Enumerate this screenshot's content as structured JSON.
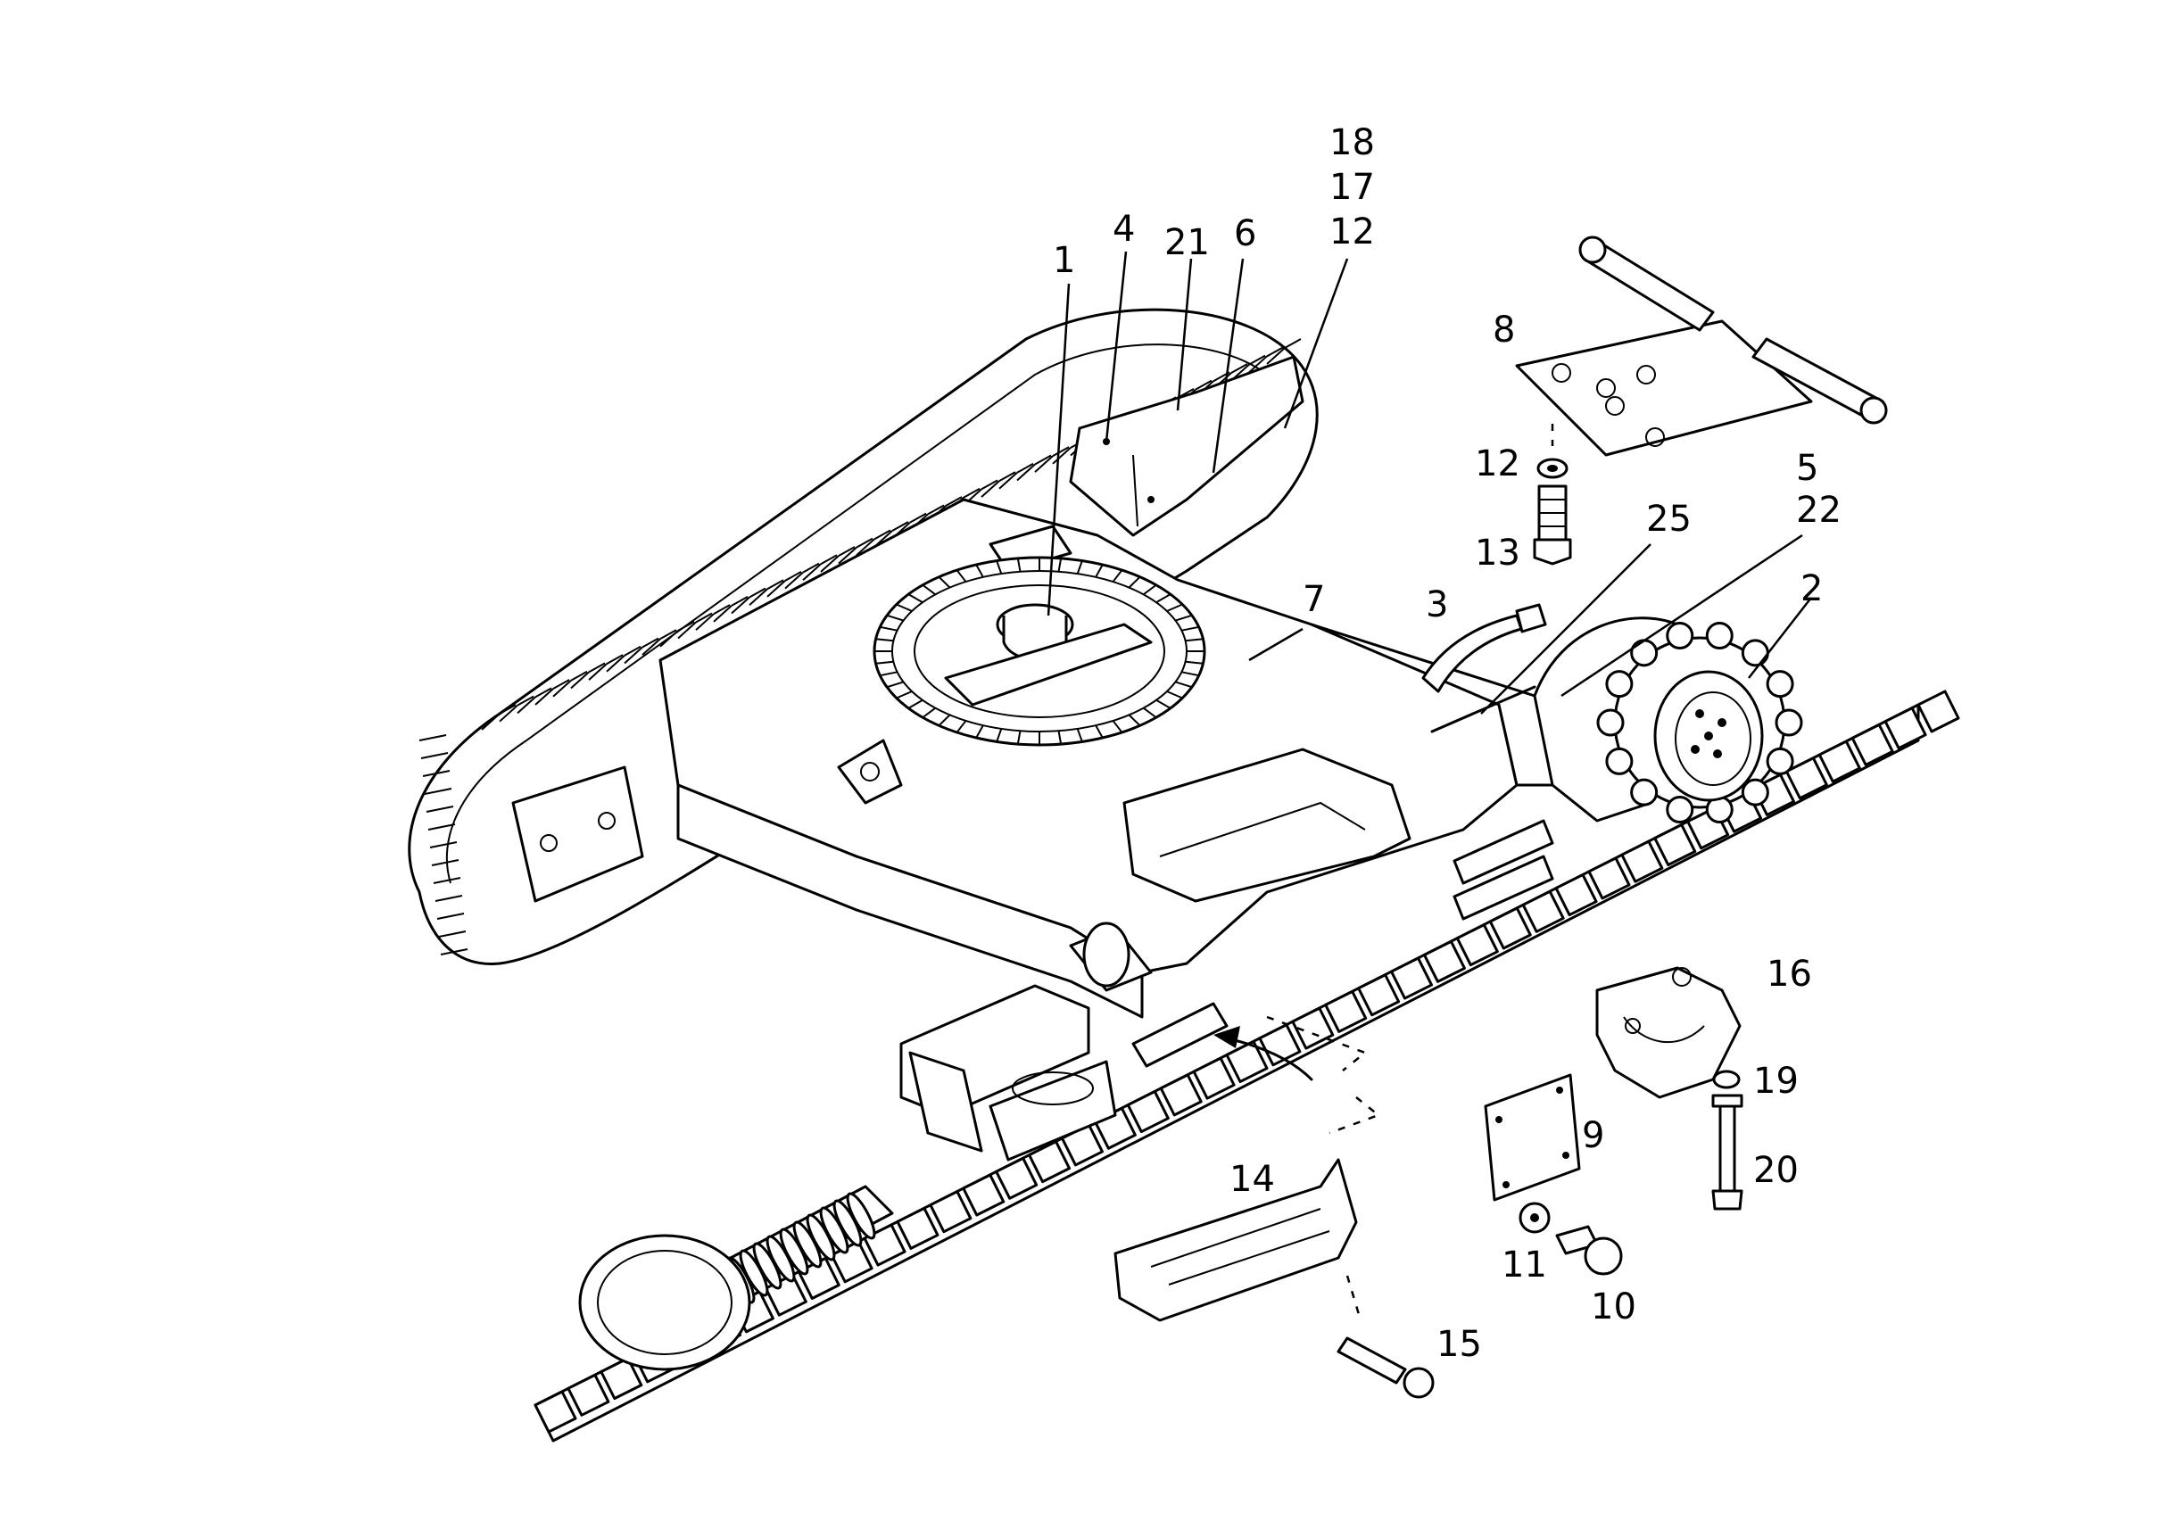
{
  "diagram": {
    "callouts": [
      {
        "id": "c1",
        "text": "1"
      },
      {
        "id": "c4",
        "text": "4"
      },
      {
        "id": "c21",
        "text": "21"
      },
      {
        "id": "c6",
        "text": "6"
      },
      {
        "id": "c18",
        "text": "18"
      },
      {
        "id": "c17",
        "text": "17"
      },
      {
        "id": "c12a",
        "text": "12"
      },
      {
        "id": "c8",
        "text": "8"
      },
      {
        "id": "c12b",
        "text": "12"
      },
      {
        "id": "c13",
        "text": "13"
      },
      {
        "id": "c5",
        "text": "5"
      },
      {
        "id": "c22",
        "text": "22"
      },
      {
        "id": "c25",
        "text": "25"
      },
      {
        "id": "c2",
        "text": "2"
      },
      {
        "id": "c3",
        "text": "3"
      },
      {
        "id": "c7",
        "text": "7"
      },
      {
        "id": "c16",
        "text": "16"
      },
      {
        "id": "c19",
        "text": "19"
      },
      {
        "id": "c9",
        "text": "9"
      },
      {
        "id": "c20",
        "text": "20"
      },
      {
        "id": "c14",
        "text": "14"
      },
      {
        "id": "c11",
        "text": "11"
      },
      {
        "id": "c10",
        "text": "10"
      },
      {
        "id": "c15",
        "text": "15"
      }
    ]
  }
}
